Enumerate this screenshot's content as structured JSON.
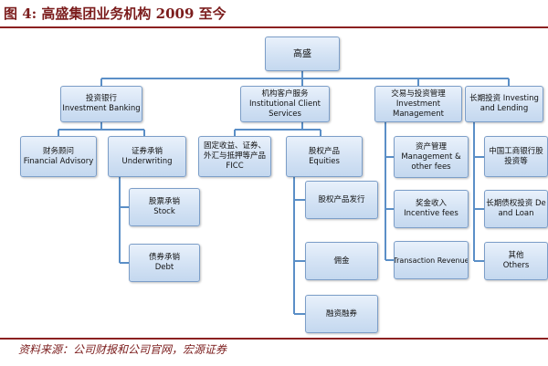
{
  "title": "图 4:  高盛集团业务机构 2009 至今",
  "source": "资料来源：公司财报和公司官网，宏源证券",
  "org": {
    "root": "高盛",
    "investment_banking": {
      "cn": "投资银行",
      "en": "Investment Banking"
    },
    "financial_advisory": {
      "cn": "财务顾问",
      "en": "Financial Advisory"
    },
    "underwriting": {
      "cn": "证券承销",
      "en": "Underwriting"
    },
    "stock": {
      "cn": "股票承销",
      "en": "Stock"
    },
    "debt": {
      "cn": "债券承销",
      "en": "Debt"
    },
    "ics": {
      "cn": "机构客户服务",
      "en1": "Institutional Client",
      "en2": "Services"
    },
    "ficc": {
      "cn1": "固定收益、证券、",
      "cn2": "外汇与抵押等产品",
      "en": "FICC"
    },
    "equities": {
      "cn": "股权产品",
      "en": "Equities"
    },
    "equity_issue": "股权产品发行",
    "commission": "佣金",
    "margin": "融资融券",
    "tim": {
      "cn": "交易与投资管理",
      "en1": "Investment",
      "en2": "Management"
    },
    "asset_mgmt": {
      "cn": "资产管理",
      "en1": "Management &",
      "en2": "other fees"
    },
    "incentive": {
      "cn": "奖金收入",
      "en": "Incentive fees"
    },
    "transaction_revenue": "Transaction Revenue",
    "lti": {
      "en1": "长期投资 Investing",
      "en2": "and Lending"
    },
    "icbc": {
      "cn1": "中国工商银行股",
      "cn2": "投资等"
    },
    "lt_debt": {
      "en1": "长期债权投资 De",
      "en2": "and Loan"
    },
    "others": {
      "cn": "其他",
      "en": "Others"
    }
  }
}
